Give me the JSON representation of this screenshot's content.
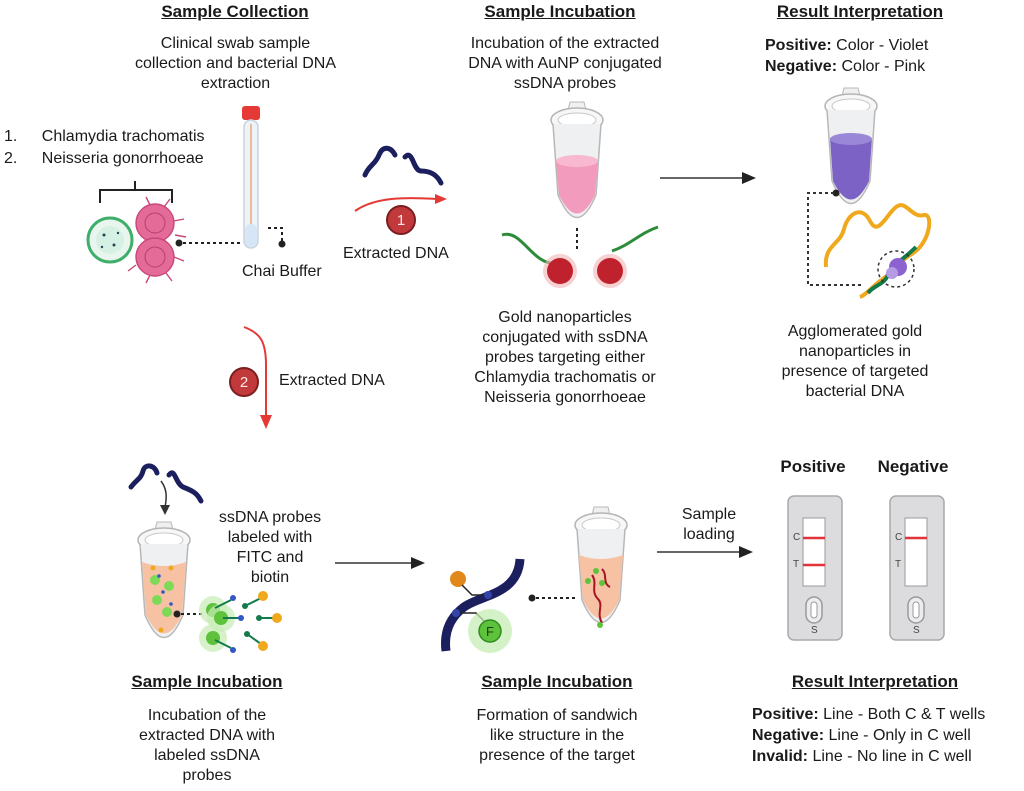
{
  "colors": {
    "arrow_red": "#e53935",
    "badge_red": "#c2393b",
    "dna_navy": "#1c1f5e",
    "pink_solution": "#f29bbd",
    "violet_solution": "#7b62c4",
    "peach_solution": "#f7c2a4",
    "gold_strand": "#f0a81c",
    "green_strand": "#137a4a",
    "test_line_red": "#e0333a",
    "cassette_gray": "#dcdcde"
  },
  "sample_collection": {
    "title": "Sample Collection",
    "description": [
      "Clinical swab sample",
      "collection and bacterial DNA",
      "extraction"
    ],
    "pathogens": [
      {
        "number": "1.",
        "name": "Chlamydia trachomatis"
      },
      {
        "number": "2.",
        "name": "Neisseria gonorrhoeae"
      }
    ],
    "buffer_label": "Chai Buffer"
  },
  "step1": {
    "badge": "1",
    "label": "Extracted DNA"
  },
  "step2": {
    "badge": "2",
    "label": "Extracted DNA"
  },
  "aunp_incubation": {
    "title": "Sample Incubation",
    "description": [
      "Incubation of the extracted",
      "DNA with AuNP conjugated",
      "ssDNA probes"
    ],
    "nanoparticle_caption": [
      "Gold nanoparticles",
      "conjugated with ssDNA",
      "probes targeting either",
      "Chlamydia trachomatis or",
      "Neisseria gonorrhoeae"
    ]
  },
  "colorimetric_result": {
    "title": "Result Interpretation",
    "rules": [
      {
        "key": "Positive:",
        "value": "Color - Violet"
      },
      {
        "key": "Negative:",
        "value": "Color - Pink"
      }
    ],
    "caption": [
      "Agglomerated gold",
      "nanoparticles in",
      "presence of targeted",
      "bacterial DNA"
    ]
  },
  "labeled_probe_incubation": {
    "probe_label": [
      "ssDNA probes",
      "labeled with",
      "FITC and",
      "biotin"
    ],
    "title": "Sample Incubation",
    "description": [
      "Incubation of the",
      "extracted DNA with",
      "labeled ssDNA",
      "probes"
    ]
  },
  "sandwich_incubation": {
    "fitc_label": "F",
    "title": "Sample Incubation",
    "description": [
      "Formation of sandwich",
      "like structure in the",
      "presence of the target"
    ]
  },
  "sample_loading": {
    "label": [
      "Sample",
      "loading"
    ]
  },
  "lateral_flow": {
    "strips": [
      {
        "heading": "Positive",
        "control_label": "C",
        "test_label": "T",
        "sample_label": "S",
        "control_line": true,
        "test_line": true
      },
      {
        "heading": "Negative",
        "control_label": "C",
        "test_label": "T",
        "sample_label": "S",
        "control_line": true,
        "test_line": false
      }
    ],
    "title": "Result Interpretation",
    "rules": [
      {
        "key": "Positive:",
        "value": "Line - Both C & T wells"
      },
      {
        "key": "Negative:",
        "value": "Line - Only in C well"
      },
      {
        "key": "Invalid:",
        "value": "Line - No line in C well"
      }
    ]
  }
}
